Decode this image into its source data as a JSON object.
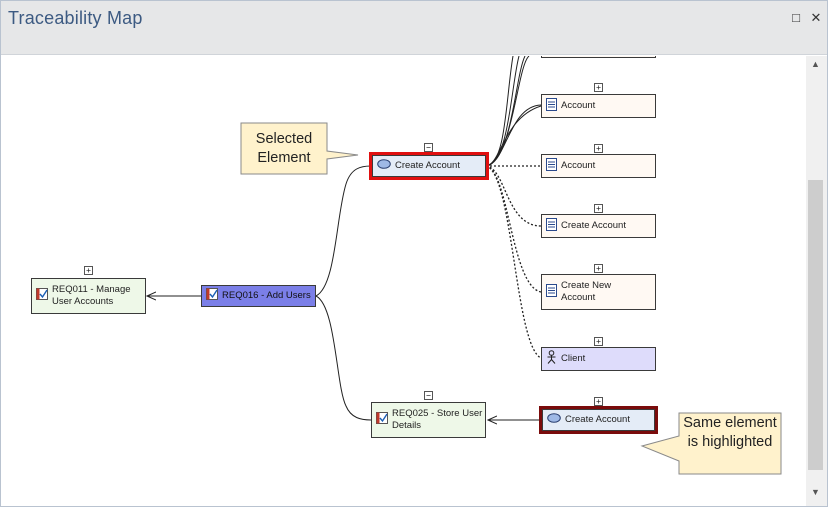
{
  "window": {
    "title": "Traceability Map",
    "restore_icon": "□",
    "close_icon": "✕"
  },
  "scrollbar": {
    "up_arrow": "▲",
    "down_arrow": "▼"
  },
  "expand_glyphs": {
    "plus": "+",
    "minus": "−"
  },
  "nodes": {
    "req011": {
      "label": "REQ011 - Manage User Accounts",
      "icon": "requirement-icon"
    },
    "req016": {
      "label": "REQ016 - Add Users",
      "icon": "requirement-icon"
    },
    "create_account_selected": {
      "label": "Create Account",
      "icon": "use-case-icon"
    },
    "req025": {
      "label": "REQ025 - Store User Details",
      "icon": "requirement-icon"
    },
    "create_account_highlight": {
      "label": "Create Account",
      "icon": "use-case-icon"
    },
    "account_1": {
      "label": "Account",
      "icon": "class-icon"
    },
    "account_2": {
      "label": "Account",
      "icon": "class-icon"
    },
    "create_account_class": {
      "label": "Create Account",
      "icon": "class-icon"
    },
    "create_new_account": {
      "label": "Create New Account",
      "icon": "class-icon"
    },
    "client": {
      "label": "Client",
      "icon": "actor-icon"
    }
  },
  "callouts": {
    "selected": "Selected Element",
    "same": "Same element is highlighted"
  },
  "colors": {
    "selected_border": "#e01010",
    "highlight_border": "#7a0b0b",
    "add_users_fill": "#7b7fe8",
    "callout_fill": "#fff2cc"
  }
}
